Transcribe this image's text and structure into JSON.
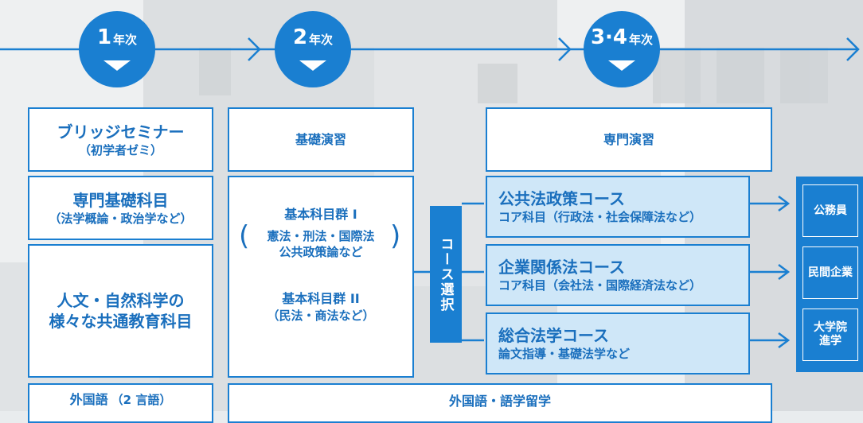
{
  "years": [
    {
      "num": "1",
      "suffix": "年次"
    },
    {
      "num": "2",
      "suffix": "年次"
    },
    {
      "num": "3·4",
      "suffix": "年次"
    }
  ],
  "col1": {
    "bridge_title": "ブリッジセミナー",
    "bridge_sub": "（初学者ゼミ）",
    "basic_title": "専門基礎科目",
    "basic_sub": "（法学概論・政治学など）",
    "liberal_line1": "人文・自然科学の",
    "liberal_line2": "様々な共通教育科目",
    "lang_title": "外国語",
    "lang_sub": "（2 言語）"
  },
  "col2": {
    "seminar": "基礎演習",
    "group1_title": "基本科目群 I",
    "group1_line1": "憲法・刑法・国際法",
    "group1_line2": "公共政策論など",
    "group2_title": "基本科目群 II",
    "group2_sub": "（民法・商法など）"
  },
  "wide_lang": "外国語・語学留学",
  "course_select": "コース選択",
  "col3": {
    "seminar": "専門演習",
    "courses": [
      {
        "title": "公共法政策コース",
        "sub": "コア科目（行政法・社会保障法など）"
      },
      {
        "title": "企業関係法コース",
        "sub": "コア科目（会社法・国際経済法など）"
      },
      {
        "title": "総合法学コース",
        "sub": "論文指導・基礎法学など"
      }
    ]
  },
  "careers": [
    "公務員",
    "民間企業",
    "大学院\n進学"
  ],
  "colors": {
    "accent": "#1a7fd1",
    "course_fill": "#cfe7f8"
  }
}
